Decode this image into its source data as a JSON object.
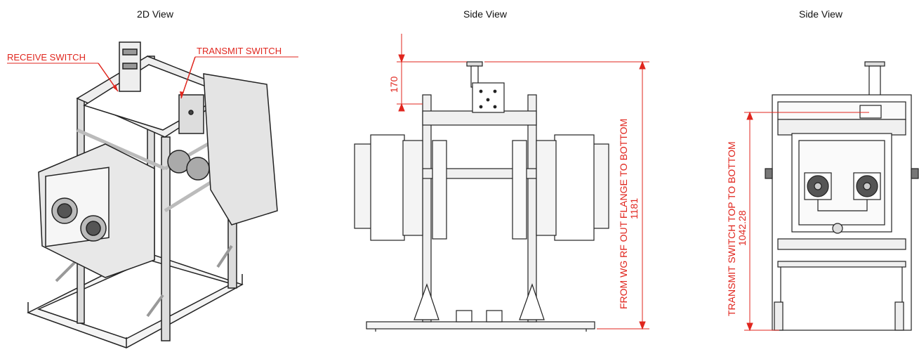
{
  "panels": {
    "left": {
      "title": "2D View"
    },
    "middle": {
      "title": "Side View"
    },
    "right": {
      "title": "Side View"
    }
  },
  "callouts": {
    "receive_switch": "RECEIVE SWITCH",
    "transmit_switch": "TRANSMIT SWITCH"
  },
  "dimensions": {
    "middle_top_offset": "170",
    "middle_vertical_label": "FROM WG RF OUT FLANGE TO BOTTOM",
    "middle_vertical_value": "1181",
    "right_vertical_label": "TRANSMIT SWITCH TOP TO BOTTOM",
    "right_vertical_value": "1042.28"
  },
  "colors": {
    "dimension": "#e0261e",
    "line": "#222222"
  }
}
